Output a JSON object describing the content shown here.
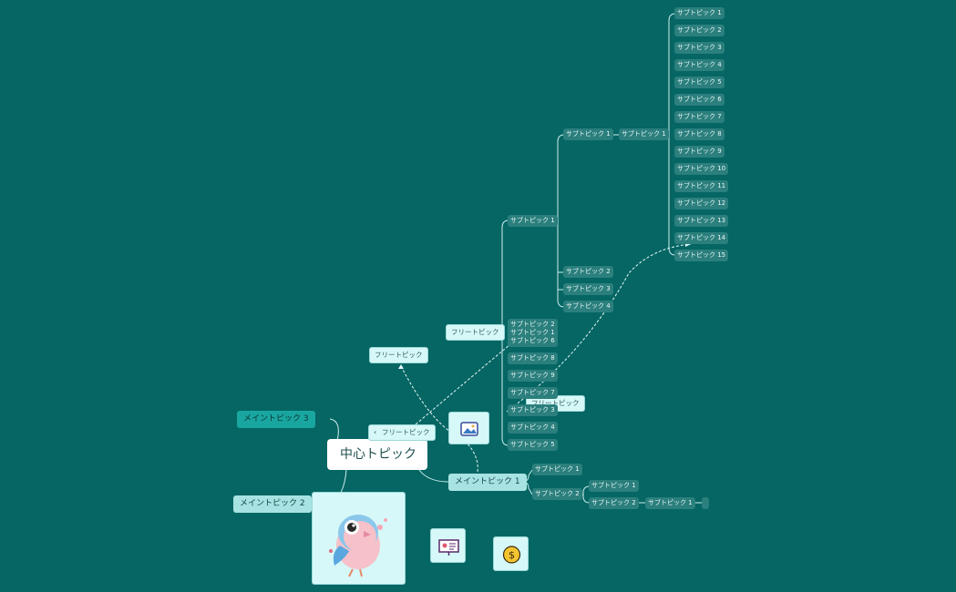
{
  "central": {
    "label": "中心トピック"
  },
  "main_topics": [
    {
      "label": "メイントピック 1"
    },
    {
      "label": "メイントピック 2"
    },
    {
      "label": "メイントピック 3"
    }
  ],
  "floating": [
    {
      "label": "フリートピック"
    },
    {
      "label": "フリートピック"
    },
    {
      "label": "フリートピック"
    },
    {
      "label": "フリートピック"
    }
  ],
  "subtopics_col1": [
    "サブトピック 1",
    "サブトピック 2",
    "サブトピック 1",
    "サブトピック 6",
    "サブトピック 8",
    "サブトピック 9",
    "サブトピック 7",
    "サブトピック 3",
    "サブトピック 4",
    "サブトピック 5"
  ],
  "subtopics_col2": [
    "サブトピック 1",
    "サブトピック 2",
    "サブトピック 3",
    "サブトピック 4"
  ],
  "subtopics_col3": [
    "サブトピック 1"
  ],
  "subtopics_col4": [
    "サブトピック 1",
    "サブトピック 2",
    "サブトピック 3",
    "サブトピック 4",
    "サブトピック 5",
    "サブトピック 6",
    "サブトピック 7",
    "サブトピック 8",
    "サブトピック 9",
    "サブトピック 10",
    "サブトピック 11",
    "サブトピック 12",
    "サブトピック 13",
    "サブトピック 14",
    "サブトピック 15"
  ],
  "main1_children": [
    "サブトピック 1",
    "サブトピック 2"
  ],
  "main1_grandchildren": [
    "サブトピック 1",
    "サブトピック 2"
  ],
  "main1_deep": [
    "サブトピック 1"
  ],
  "icons": [
    "image-icon",
    "bird-sticker-icon",
    "presentation-icon",
    "dollar-coin-icon",
    "collapse-chevron-icon"
  ],
  "colors": {
    "background": "#056663",
    "subtopic": "#2b7f7d",
    "main_light": "#a7e3e2",
    "main_dark": "#1aa6a0",
    "floating": "#d7f8f8",
    "connector": "#cdeeee"
  }
}
